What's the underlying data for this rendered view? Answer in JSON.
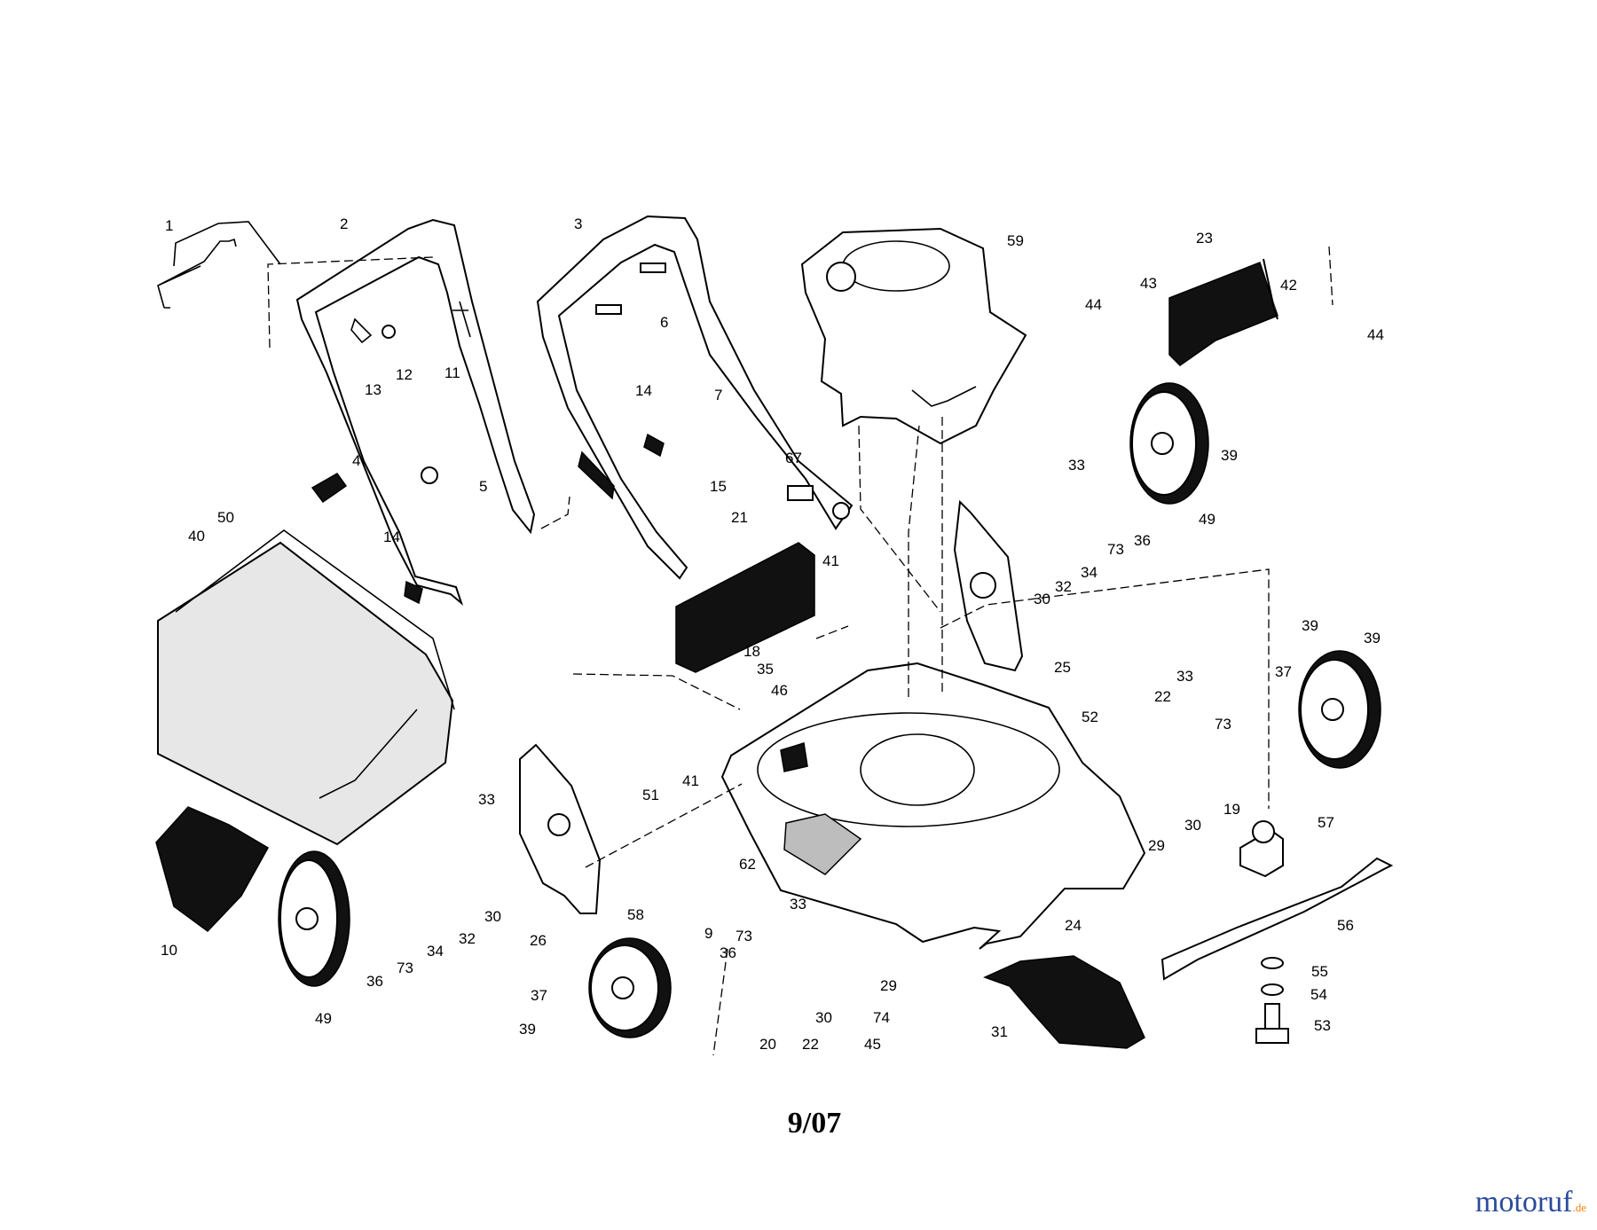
{
  "diagram": {
    "labels": [
      "1",
      "2",
      "3",
      "4",
      "5",
      "6",
      "7",
      "9",
      "10",
      "11",
      "12",
      "13",
      "14",
      "14",
      "15",
      "18",
      "19",
      "20",
      "21",
      "22",
      "22",
      "23",
      "24",
      "25",
      "26",
      "29",
      "29",
      "30",
      "30",
      "30",
      "30",
      "31",
      "32",
      "32",
      "33",
      "33",
      "33",
      "33",
      "34",
      "34",
      "35",
      "36",
      "36",
      "36",
      "37",
      "37",
      "39",
      "39",
      "39",
      "39",
      "40",
      "41",
      "41",
      "42",
      "43",
      "44",
      "44",
      "45",
      "46",
      "49",
      "49",
      "50",
      "51",
      "52",
      "53",
      "54",
      "55",
      "56",
      "57",
      "58",
      "59",
      "62",
      "67",
      "73",
      "73",
      "73",
      "73",
      "74"
    ],
    "date_code": "9/07"
  },
  "watermark": {
    "brand": "motoruf",
    "suffix": ".de",
    "color": "#2a4a9a"
  }
}
